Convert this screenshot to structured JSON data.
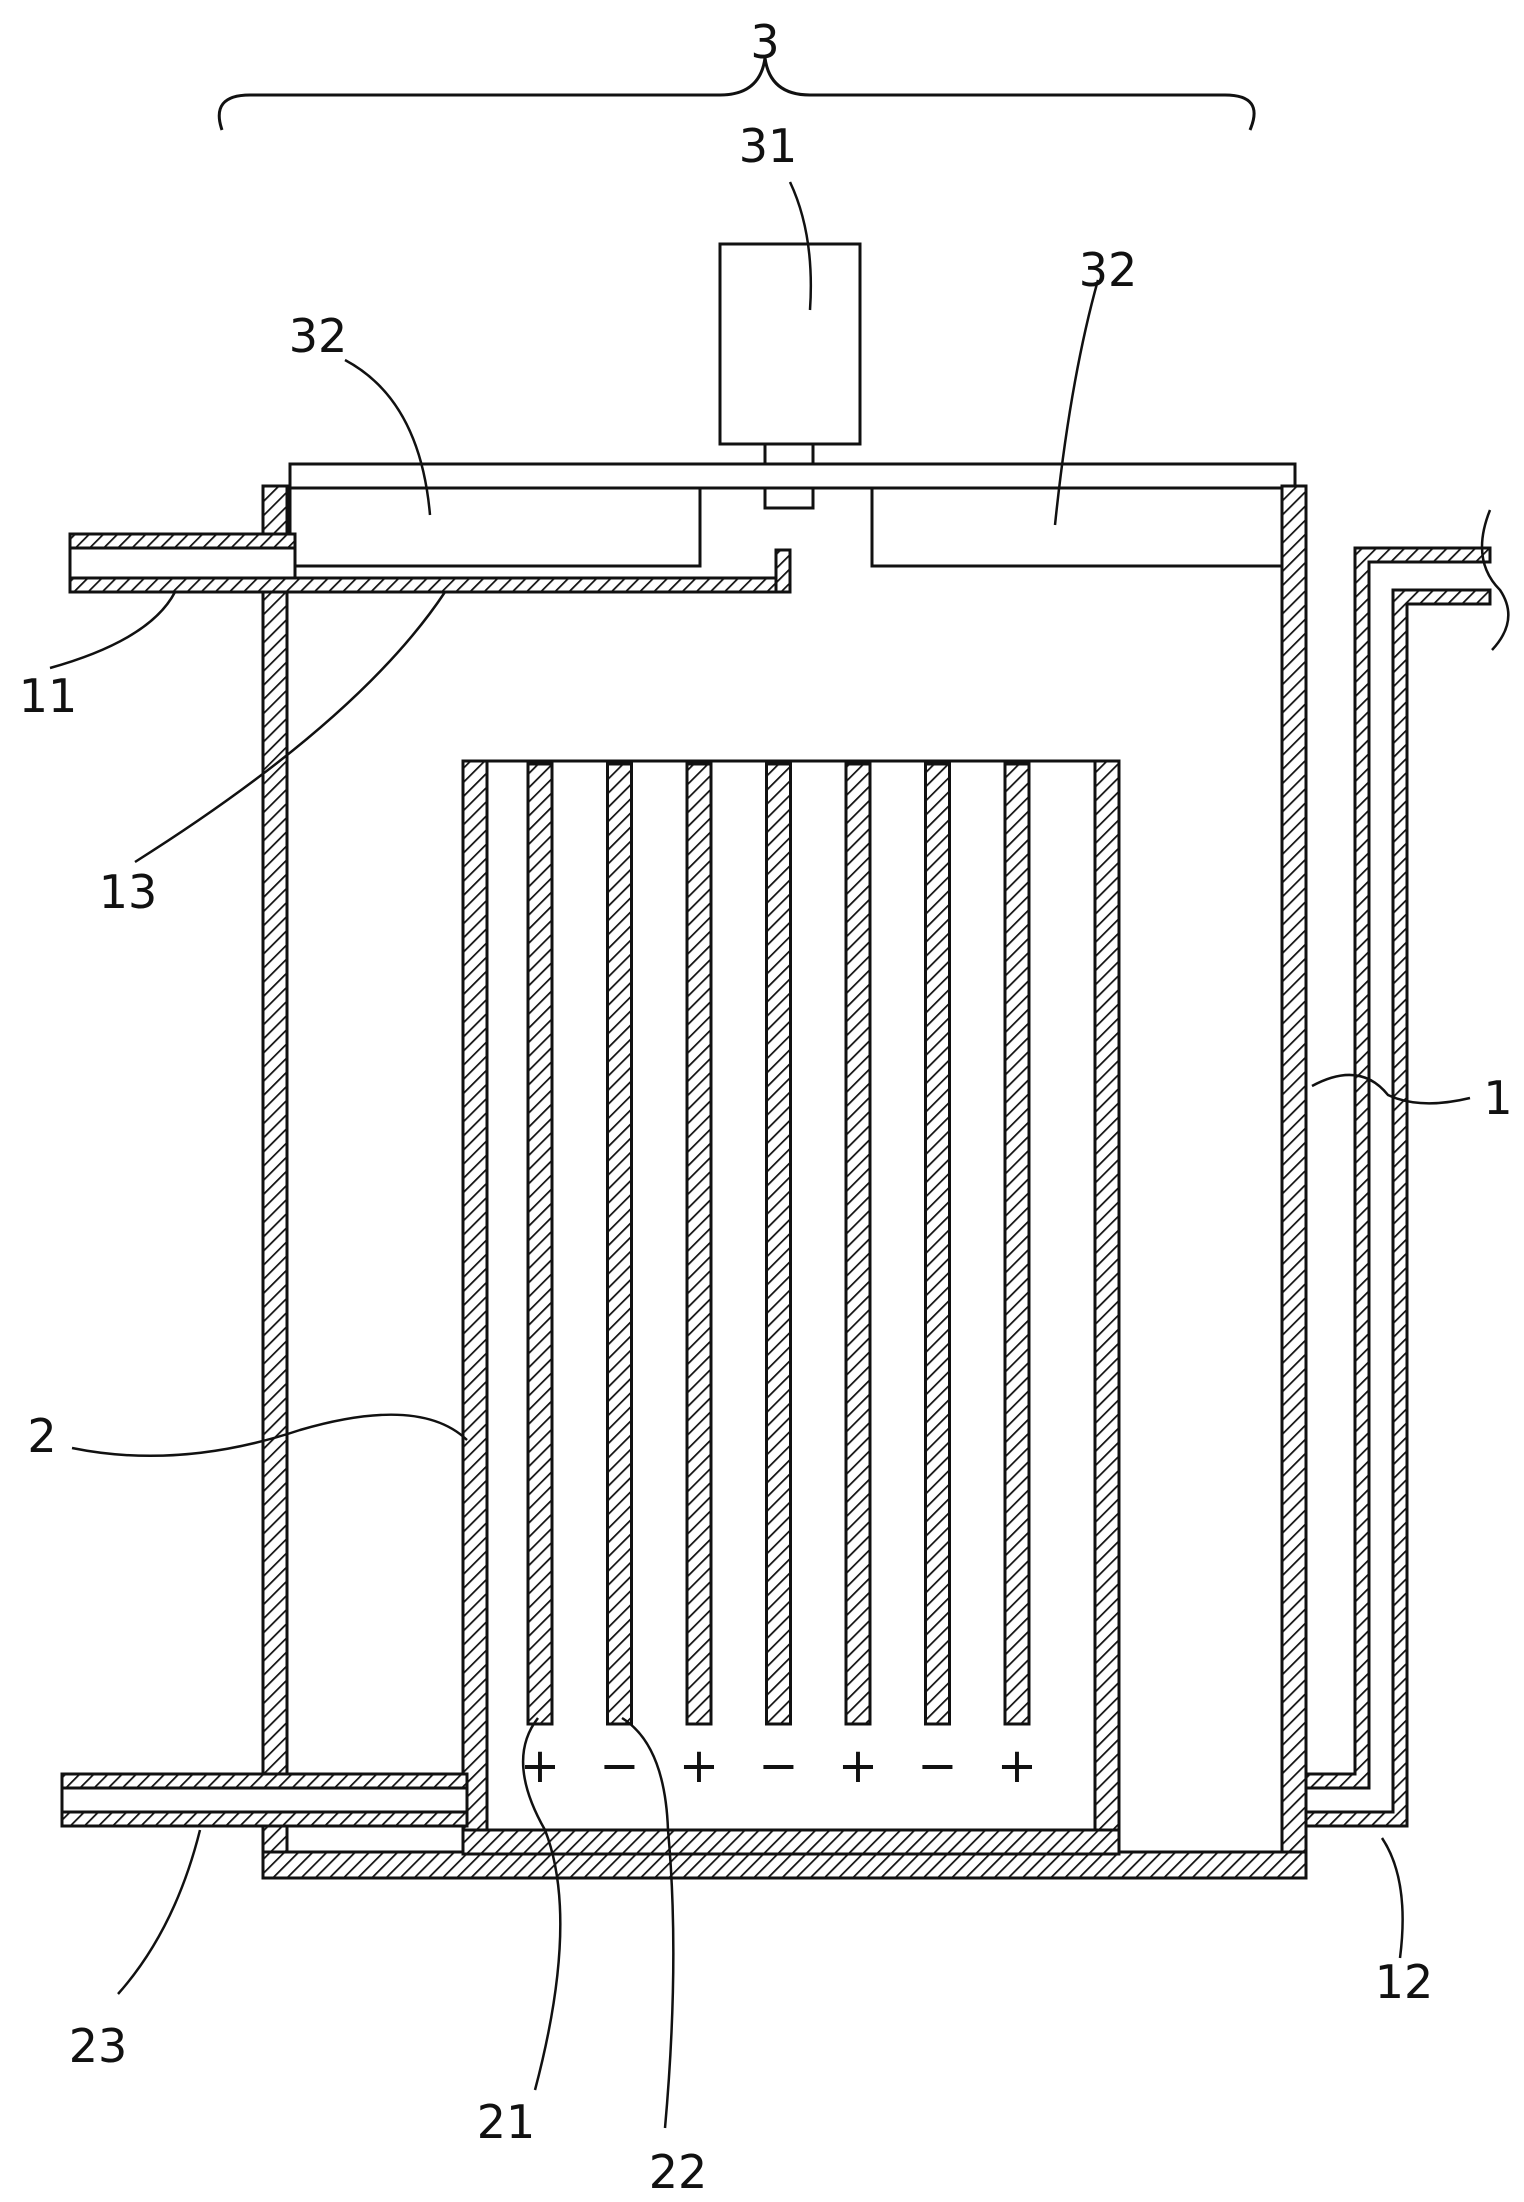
{
  "labels": {
    "assembly": "3",
    "motor": "31",
    "cover_left": "32",
    "cover_right": "32",
    "inlet_pipe": "11",
    "inner_pipe": "13",
    "outer_tank": "1",
    "electrolytic_cell": "2",
    "outlet_pipe": "23",
    "return_pipe": "12",
    "anode": "21",
    "cathode": "22"
  },
  "electrode_signs": [
    "+",
    "−",
    "+",
    "−",
    "+",
    "−",
    "+"
  ]
}
